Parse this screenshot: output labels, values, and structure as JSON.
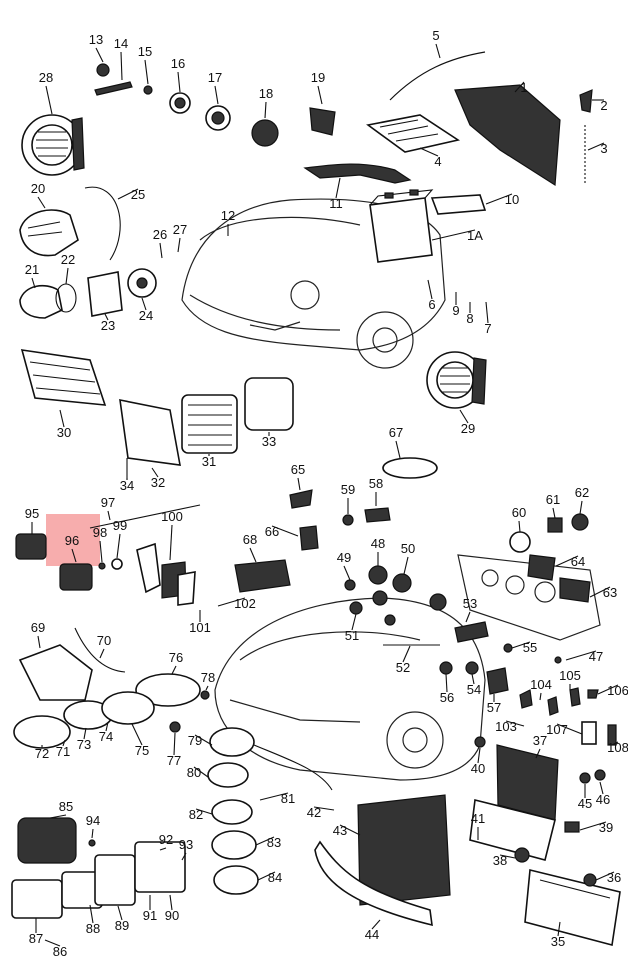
{
  "diagram": {
    "highlight_color": "#f06a6a",
    "labels": [
      "13",
      "14",
      "15",
      "16",
      "17",
      "18",
      "19",
      "5",
      "1",
      "2",
      "3",
      "4",
      "28",
      "11",
      "10",
      "25",
      "20",
      "12",
      "26",
      "27",
      "1A",
      "22",
      "21",
      "23",
      "24",
      "6",
      "9",
      "8",
      "7",
      "30",
      "29",
      "31",
      "33",
      "32",
      "34",
      "67",
      "65",
      "59",
      "58",
      "95",
      "96",
      "97",
      "98",
      "99",
      "100",
      "66",
      "68",
      "60",
      "61",
      "62",
      "49",
      "48",
      "50",
      "64",
      "63",
      "53",
      "55",
      "51",
      "52",
      "47",
      "69",
      "70",
      "76",
      "78",
      "104",
      "105",
      "106",
      "56",
      "54",
      "57",
      "103",
      "107",
      "108",
      "72",
      "71",
      "73",
      "74",
      "75",
      "77",
      "79",
      "37",
      "40",
      "80",
      "81",
      "45",
      "46",
      "82",
      "83",
      "42",
      "43",
      "41",
      "39",
      "85",
      "94",
      "92",
      "93",
      "84",
      "38",
      "36",
      "86",
      "87",
      "88",
      "89",
      "91",
      "90",
      "44",
      "35",
      "101",
      "102"
    ]
  }
}
